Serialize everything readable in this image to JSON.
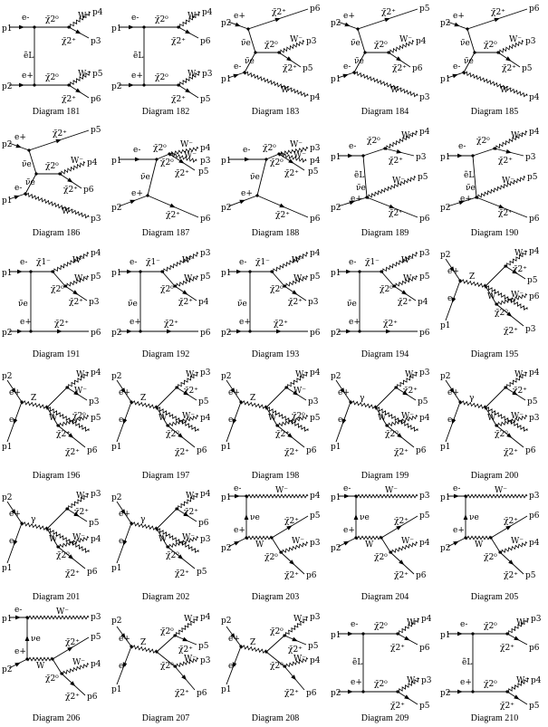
{
  "diagrams": [
    {
      "caption": "Diagram 181",
      "topo": "box",
      "ext": [
        "p1",
        "p2",
        "p4",
        "p3",
        "p5",
        "p6"
      ],
      "int": [
        "e-",
        "e+",
        "χ̃2⁰",
        "W⁻",
        "χ̃2⁺",
        "ẽL",
        "χ̃2⁰",
        "W⁻",
        "χ̃2⁺"
      ]
    },
    {
      "caption": "Diagram 182",
      "topo": "box",
      "ext": [
        "p1",
        "p2",
        "p4",
        "p6",
        "p3",
        "p5"
      ],
      "int": [
        "e-",
        "e+",
        "χ̃2⁰",
        "W⁻",
        "χ̃2⁺",
        "ẽL",
        "χ̃2⁰",
        "W⁻",
        "χ̃2⁺"
      ]
    },
    {
      "caption": "Diagram 183",
      "topo": "chainW",
      "ext": [
        "p2",
        "p1",
        "p6",
        "p3",
        "p5",
        "p4"
      ],
      "int": [
        "e+",
        "ν̃e",
        "e-",
        "ν̃e",
        "χ̃2⁺",
        "χ̃2⁰",
        "W⁻",
        "χ̃2⁺",
        "W⁻"
      ]
    },
    {
      "caption": "Diagram 184",
      "topo": "chainW",
      "ext": [
        "p2",
        "p1",
        "p5",
        "p4",
        "p6",
        "p3"
      ],
      "int": [
        "e+",
        "ν̃e",
        "e-",
        "ν̃e",
        "χ̃2⁺",
        "χ̃2⁰",
        "W⁻",
        "χ̃2⁺",
        "W⁻"
      ]
    },
    {
      "caption": "Diagram 185",
      "topo": "chainW",
      "ext": [
        "p2",
        "p1",
        "p6",
        "p3",
        "p5",
        "p4"
      ],
      "int": [
        "e+",
        "ν̃e",
        "e-",
        "ν̃e",
        "χ̃2⁺",
        "χ̃2⁰",
        "W⁻",
        "χ̃2⁺",
        "W⁻"
      ]
    },
    {
      "caption": "Diagram 186",
      "topo": "chainW",
      "ext": [
        "p2",
        "p1",
        "p5",
        "p4",
        "p6",
        "p3"
      ],
      "int": [
        "e+",
        "ν̃e",
        "e-",
        "ν̃e",
        "χ̃2⁺",
        "χ̃2⁰",
        "W⁻",
        "χ̃2⁺",
        "W⁻"
      ]
    },
    {
      "caption": "Diagram 187",
      "topo": "tchanV",
      "ext": [
        "p1",
        "p2",
        "p4",
        "p3",
        "p5",
        "p6"
      ],
      "int": [
        "e-",
        "e+",
        "χ̃2⁰",
        "W⁻",
        "χ̃2⁺",
        "ν̃e",
        "W⁻",
        "χ̃2⁺",
        "χ̃2⁰"
      ]
    },
    {
      "caption": "Diagram 188",
      "topo": "tchanV",
      "ext": [
        "p1",
        "p2",
        "p3",
        "p4",
        "p5",
        "p6"
      ],
      "int": [
        "e-",
        "e+",
        "χ̃2⁰",
        "W⁻",
        "χ̃2⁺",
        "ν̃e",
        "W⁻",
        "χ̃2⁺",
        "χ̃2⁰"
      ]
    },
    {
      "caption": "Diagram 189",
      "topo": "tchanE",
      "ext": [
        "p1",
        "p2",
        "p4",
        "p3",
        "p5",
        "p6"
      ],
      "int": [
        "e-",
        "e+",
        "χ̃2⁰",
        "W⁻",
        "χ̃2⁺",
        "ẽL",
        "W⁻",
        "χ̃2⁺",
        "ν̃e"
      ]
    },
    {
      "caption": "Diagram 190",
      "topo": "tchanE",
      "ext": [
        "p1",
        "p2",
        "p4",
        "p3",
        "p5",
        "p6"
      ],
      "int": [
        "e-",
        "e+",
        "χ̃2⁰",
        "W⁻",
        "χ̃2⁺",
        "ẽL",
        "W⁻",
        "χ̃2⁺",
        "ν̃e"
      ]
    },
    {
      "caption": "Diagram 191",
      "topo": "nuChain",
      "ext": [
        "p1",
        "p2",
        "p4",
        "p5",
        "p3",
        "p6"
      ],
      "int": [
        "e-",
        "e+",
        "χ̃1⁻",
        "W⁻",
        "χ̃2⁰",
        "ν̃e",
        "W⁻",
        "χ̃2⁺",
        "χ̃2⁺"
      ]
    },
    {
      "caption": "Diagram 192",
      "topo": "nuChain",
      "ext": [
        "p1",
        "p2",
        "p3",
        "p5",
        "p4",
        "p6"
      ],
      "int": [
        "e-",
        "e+",
        "χ̃1⁻",
        "W⁻",
        "χ̃2⁰",
        "ν̃e",
        "W⁻",
        "χ̃2⁺",
        "χ̃2⁺"
      ]
    },
    {
      "caption": "Diagram 193",
      "topo": "nuChain",
      "ext": [
        "p1",
        "p2",
        "p4",
        "p5",
        "p3",
        "p6"
      ],
      "int": [
        "e-",
        "e+",
        "χ̃1⁻",
        "W⁻",
        "χ̃2⁰",
        "ν̃e",
        "W⁻",
        "χ̃2⁺",
        "χ̃2⁺"
      ]
    },
    {
      "caption": "Diagram 194",
      "topo": "nuChain",
      "ext": [
        "p1",
        "p2",
        "p3",
        "p5",
        "p4",
        "p6"
      ],
      "int": [
        "e-",
        "e+",
        "χ̃1⁻",
        "W⁻",
        "χ̃2⁰",
        "ν̃e",
        "W⁻",
        "χ̃2⁺",
        "χ̃2⁺"
      ]
    },
    {
      "caption": "Diagram 195",
      "topo": "schan",
      "ext": [
        "p2",
        "p1",
        "p4",
        "p5",
        "p6",
        "p3"
      ],
      "int": [
        "e+",
        "e-",
        "Z",
        "W⁻",
        "χ̃2⁺",
        "χ̃2⁰",
        "W⁻",
        "χ̃2⁺",
        "W"
      ]
    },
    {
      "caption": "Diagram 196",
      "topo": "schan",
      "ext": [
        "p2",
        "p1",
        "p4",
        "p3",
        "p5",
        "p6"
      ],
      "int": [
        "e+",
        "e-",
        "Z",
        "W⁻",
        "W⁻",
        "χ̃2⁺",
        "χ̃2⁰",
        "χ̃2⁺",
        "W"
      ]
    },
    {
      "caption": "Diagram 197",
      "topo": "schan",
      "ext": [
        "p2",
        "p1",
        "p3",
        "p5",
        "p4",
        "p6"
      ],
      "int": [
        "e+",
        "e-",
        "Z",
        "W⁻",
        "χ̃2⁺",
        "χ̃2⁰",
        "W⁻",
        "χ̃2⁺",
        "W"
      ]
    },
    {
      "caption": "Diagram 198",
      "topo": "schan",
      "ext": [
        "p2",
        "p1",
        "p4",
        "p3",
        "p5",
        "p6"
      ],
      "int": [
        "e+",
        "e-",
        "Z",
        "W⁻",
        "W⁻",
        "χ̃2⁺",
        "χ̃2⁰",
        "χ̃2⁺",
        "W"
      ]
    },
    {
      "caption": "Diagram 199",
      "topo": "schan",
      "ext": [
        "p2",
        "p1",
        "p3",
        "p5",
        "p4",
        "p6"
      ],
      "int": [
        "e+",
        "e-",
        "γ",
        "W⁻",
        "χ̃2⁺",
        "χ̃2⁰",
        "W⁻",
        "χ̃2⁺",
        "W"
      ]
    },
    {
      "caption": "Diagram 200",
      "topo": "schan",
      "ext": [
        "p2",
        "p1",
        "p4",
        "p5",
        "p3",
        "p6"
      ],
      "int": [
        "e+",
        "e-",
        "γ",
        "W⁻",
        "χ̃2⁺",
        "χ̃2⁰",
        "W⁻",
        "χ̃2⁺",
        "W"
      ]
    },
    {
      "caption": "Diagram 201",
      "topo": "schan",
      "ext": [
        "p2",
        "p1",
        "p3",
        "p5",
        "p4",
        "p6"
      ],
      "int": [
        "e+",
        "e-",
        "γ",
        "W⁻",
        "χ̃2⁺",
        "χ̃2⁰",
        "W⁻",
        "χ̃2⁺",
        "W"
      ]
    },
    {
      "caption": "Diagram 202",
      "topo": "schan",
      "ext": [
        "p2",
        "p1",
        "p4",
        "p6",
        "p3",
        "p5"
      ],
      "int": [
        "e+",
        "e-",
        "γ",
        "W⁻",
        "χ̃2⁺",
        "χ̃2⁰",
        "W⁻",
        "χ̃2⁺",
        "W"
      ]
    },
    {
      "caption": "Diagram 203",
      "topo": "tchanW",
      "ext": [
        "p1",
        "p2",
        "p4",
        "p5",
        "p3",
        "p6"
      ],
      "int": [
        "e-",
        "e+",
        "W⁻",
        "νe",
        "W",
        "χ̃2⁺",
        "χ̃2⁰",
        "W⁻",
        "χ̃2⁺"
      ]
    },
    {
      "caption": "Diagram 204",
      "topo": "tchanW",
      "ext": [
        "p1",
        "p2",
        "p3",
        "p5",
        "p4",
        "p6"
      ],
      "int": [
        "e-",
        "e+",
        "W⁻",
        "νe",
        "W",
        "χ̃2⁺",
        "χ̃2⁰",
        "W⁻",
        "χ̃2⁺"
      ]
    },
    {
      "caption": "Diagram 205",
      "topo": "tchanW",
      "ext": [
        "p1",
        "p2",
        "p3",
        "p6",
        "p4",
        "p5"
      ],
      "int": [
        "e-",
        "e+",
        "W⁻",
        "νe",
        "W",
        "χ̃2⁺",
        "χ̃2⁰",
        "W⁻",
        "χ̃2⁺"
      ]
    },
    {
      "caption": "Diagram 206",
      "topo": "tchanW",
      "ext": [
        "p1",
        "p2",
        "p3",
        "p5",
        "p4",
        "p6"
      ],
      "int": [
        "e-",
        "e+",
        "W⁻",
        "νe",
        "W",
        "χ̃2⁺",
        "χ̃2⁰",
        "W⁻",
        "χ̃2⁺"
      ]
    },
    {
      "caption": "Diagram 207",
      "topo": "schanZ2",
      "ext": [
        "p2",
        "p1",
        "p4",
        "p5",
        "p3",
        "p6"
      ],
      "int": [
        "e+",
        "e-",
        "Z",
        "χ̃2⁰",
        "W⁻",
        "χ̃2⁺",
        "W⁻",
        "χ̃2⁺",
        "χ̃2⁰"
      ]
    },
    {
      "caption": "Diagram 208",
      "topo": "schanZ2",
      "ext": [
        "p2",
        "p1",
        "p3",
        "p5",
        "p4",
        "p6"
      ],
      "int": [
        "e+",
        "e-",
        "Z",
        "χ̃2⁰",
        "W⁻",
        "χ̃2⁺",
        "W⁻",
        "χ̃2⁺",
        "χ̃2⁰"
      ]
    },
    {
      "caption": "Diagram 209",
      "topo": "box",
      "ext": [
        "p1",
        "p2",
        "p4",
        "p6",
        "p3",
        "p5"
      ],
      "int": [
        "e-",
        "e+",
        "χ̃2⁰",
        "W⁻",
        "χ̃2⁺",
        "ẽL",
        "χ̃2⁰",
        "W⁻",
        "χ̃2⁺"
      ]
    },
    {
      "caption": "Diagram 210",
      "topo": "box",
      "ext": [
        "p1",
        "p2",
        "p3",
        "p6",
        "p4",
        "p5"
      ],
      "int": [
        "e-",
        "e+",
        "χ̃2⁰",
        "W⁻",
        "χ̃2⁺",
        "ẽL",
        "χ̃2⁰",
        "W⁻",
        "χ̃2⁺"
      ]
    }
  ]
}
